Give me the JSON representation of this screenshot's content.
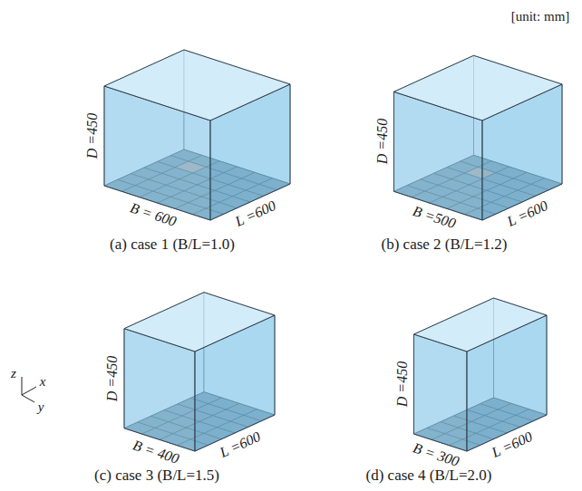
{
  "diagram": {
    "labels": [
      "[unit: mm]",
      "D =450",
      "B = 600",
      "L =600",
      "(a) case 1 (B/L=1.0)",
      "D =450",
      "B =500",
      "L =600",
      "(b) case 2 (B/L=1.2)",
      "D =450",
      "B = 400",
      "L =600",
      "(c) case 3 (B/L=1.5)",
      "D =450",
      "B = 300",
      "L =600",
      "(d) case 4 (B/L=2.0)",
      "z",
      "x",
      "y"
    ]
  }
}
